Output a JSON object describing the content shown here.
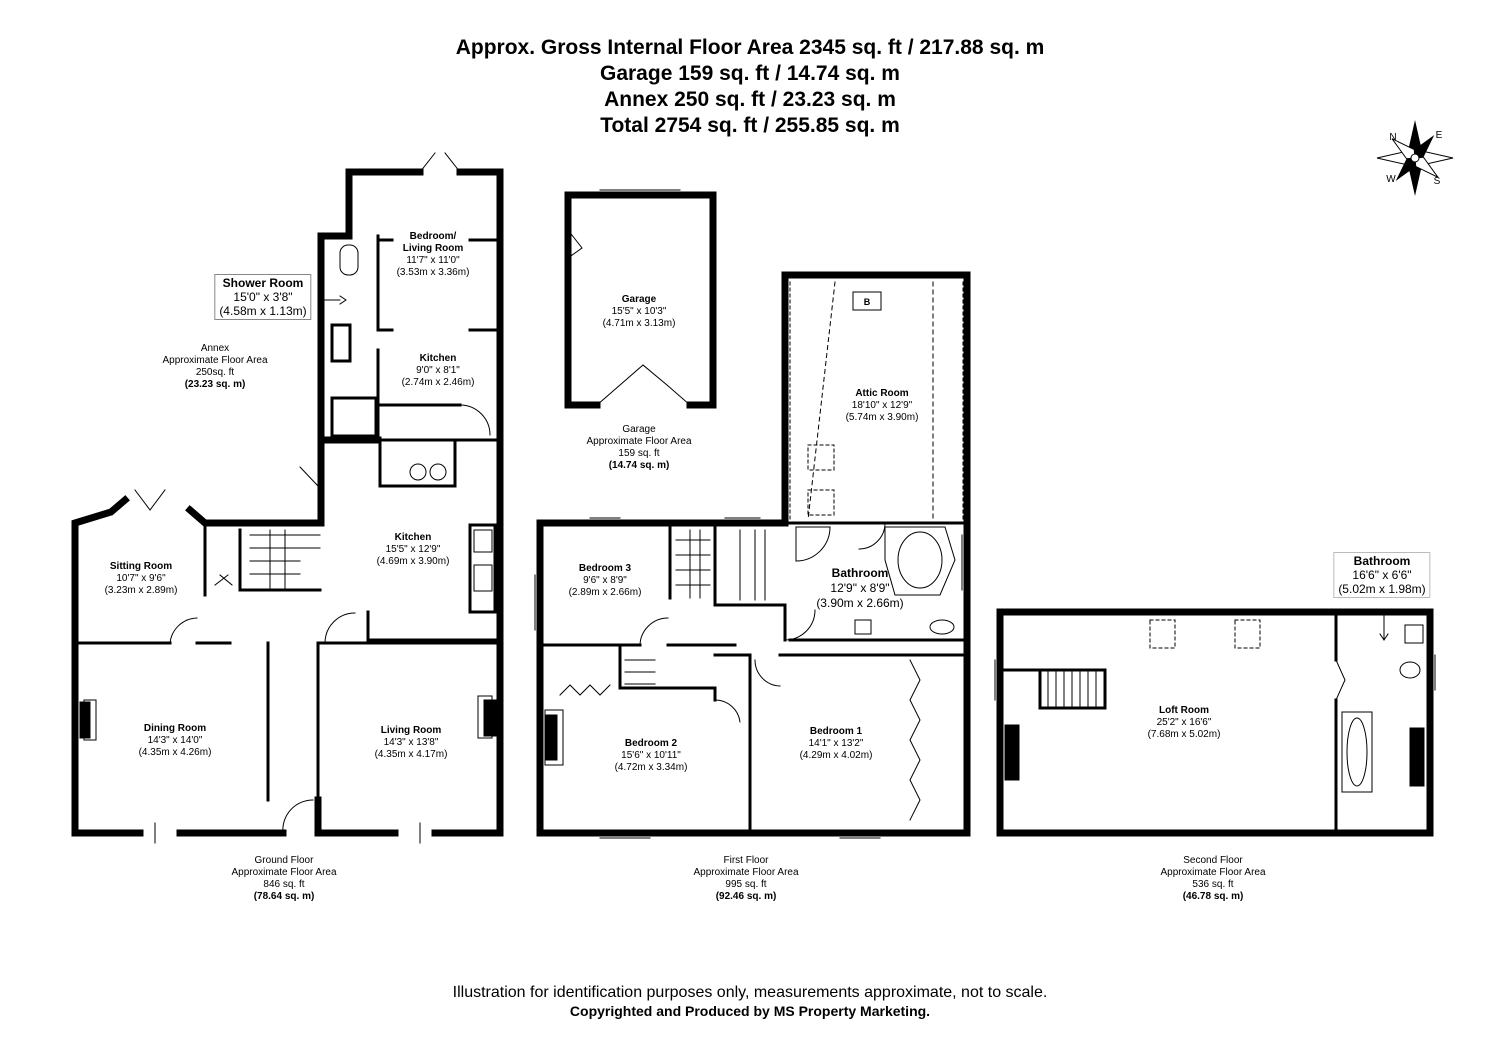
{
  "header": {
    "line1": "Approx. Gross Internal Floor Area 2345 sq. ft / 217.88 sq. m",
    "line2": "Garage 159 sq. ft / 14.74 sq. m",
    "line3": "Annex 250 sq. ft / 23.23 sq. m",
    "line4": "Total 2754 sq. ft / 255.85 sq. m"
  },
  "compass": {
    "n": "N",
    "e": "E",
    "s": "S",
    "w": "W"
  },
  "rooms": {
    "bedroom_living": {
      "name": "Bedroom/\nLiving Room",
      "imperial": "11'7\" x 11'0\"",
      "metric": "(3.53m x 3.36m)"
    },
    "shower": {
      "name": "Shower Room",
      "imperial": "15'0\" x 3'8\"",
      "metric": "(4.58m x 1.13m)"
    },
    "annex_kitchen": {
      "name": "Kitchen",
      "imperial": "9'0\" x 8'1\"",
      "metric": "(2.74m x 2.46m)"
    },
    "kitchen": {
      "name": "Kitchen",
      "imperial": "15'5\" x 12'9\"",
      "metric": "(4.69m x 3.90m)"
    },
    "sitting": {
      "name": "Sitting Room",
      "imperial": "10'7\" x 9'6\"",
      "metric": "(3.23m x 2.89m)"
    },
    "dining": {
      "name": "Dining Room",
      "imperial": "14'3\" x 14'0\"",
      "metric": "(4.35m x 4.26m)"
    },
    "living": {
      "name": "Living Room",
      "imperial": "14'3\" x 13'8\"",
      "metric": "(4.35m x 4.17m)"
    },
    "garage": {
      "name": "Garage",
      "imperial": "15'5\" x 10'3\"",
      "metric": "(4.71m x 3.13m)"
    },
    "attic": {
      "name": "Attic Room",
      "imperial": "18'10\" x 12'9\"",
      "metric": "(5.74m x 3.90m)"
    },
    "bedroom3": {
      "name": "Bedroom 3",
      "imperial": "9'6\" x 8'9\"",
      "metric": "(2.89m x 2.66m)"
    },
    "bathroom1": {
      "name": "Bathroom",
      "imperial": "12'9\" x 8'9\"",
      "metric": "(3.90m x 2.66m)"
    },
    "bedroom2": {
      "name": "Bedroom 2",
      "imperial": "15'6\" x 10'11\"",
      "metric": "(4.72m x 3.34m)"
    },
    "bedroom1": {
      "name": "Bedroom 1",
      "imperial": "14'1\" x 13'2\"",
      "metric": "(4.29m x 4.02m)"
    },
    "loft": {
      "name": "Loft Room",
      "imperial": "25'2\" x 16'6\"",
      "metric": "(7.68m x 5.02m)"
    },
    "bathroom2": {
      "name": "Bathroom",
      "imperial": "16'6\" x 6'6\"",
      "metric": "(5.02m x 1.98m)"
    }
  },
  "boiler_label": "B",
  "areas": {
    "annex": {
      "l1": "Annex",
      "l2": "Approximate Floor Area",
      "l3": "250sq. ft",
      "l4": "(23.23 sq. m)"
    },
    "garage": {
      "l1": "Garage",
      "l2": "Approximate Floor Area",
      "l3": "159 sq. ft",
      "l4": "(14.74 sq. m)"
    },
    "ground": {
      "l1": "Ground Floor",
      "l2": "Approximate Floor Area",
      "l3": "846 sq. ft",
      "l4": "(78.64 sq. m)"
    },
    "first": {
      "l1": "First Floor",
      "l2": "Approximate Floor Area",
      "l3": "995 sq. ft",
      "l4": "(92.46 sq. m)"
    },
    "second": {
      "l1": "Second Floor",
      "l2": "Approximate Floor Area",
      "l3": "536 sq. ft",
      "l4": "(46.78 sq. m)"
    }
  },
  "footer": {
    "disclaimer": "Illustration for identification purposes only, measurements approximate, not to scale.",
    "credit": "Copyrighted  and Produced by MS Property Marketing."
  }
}
